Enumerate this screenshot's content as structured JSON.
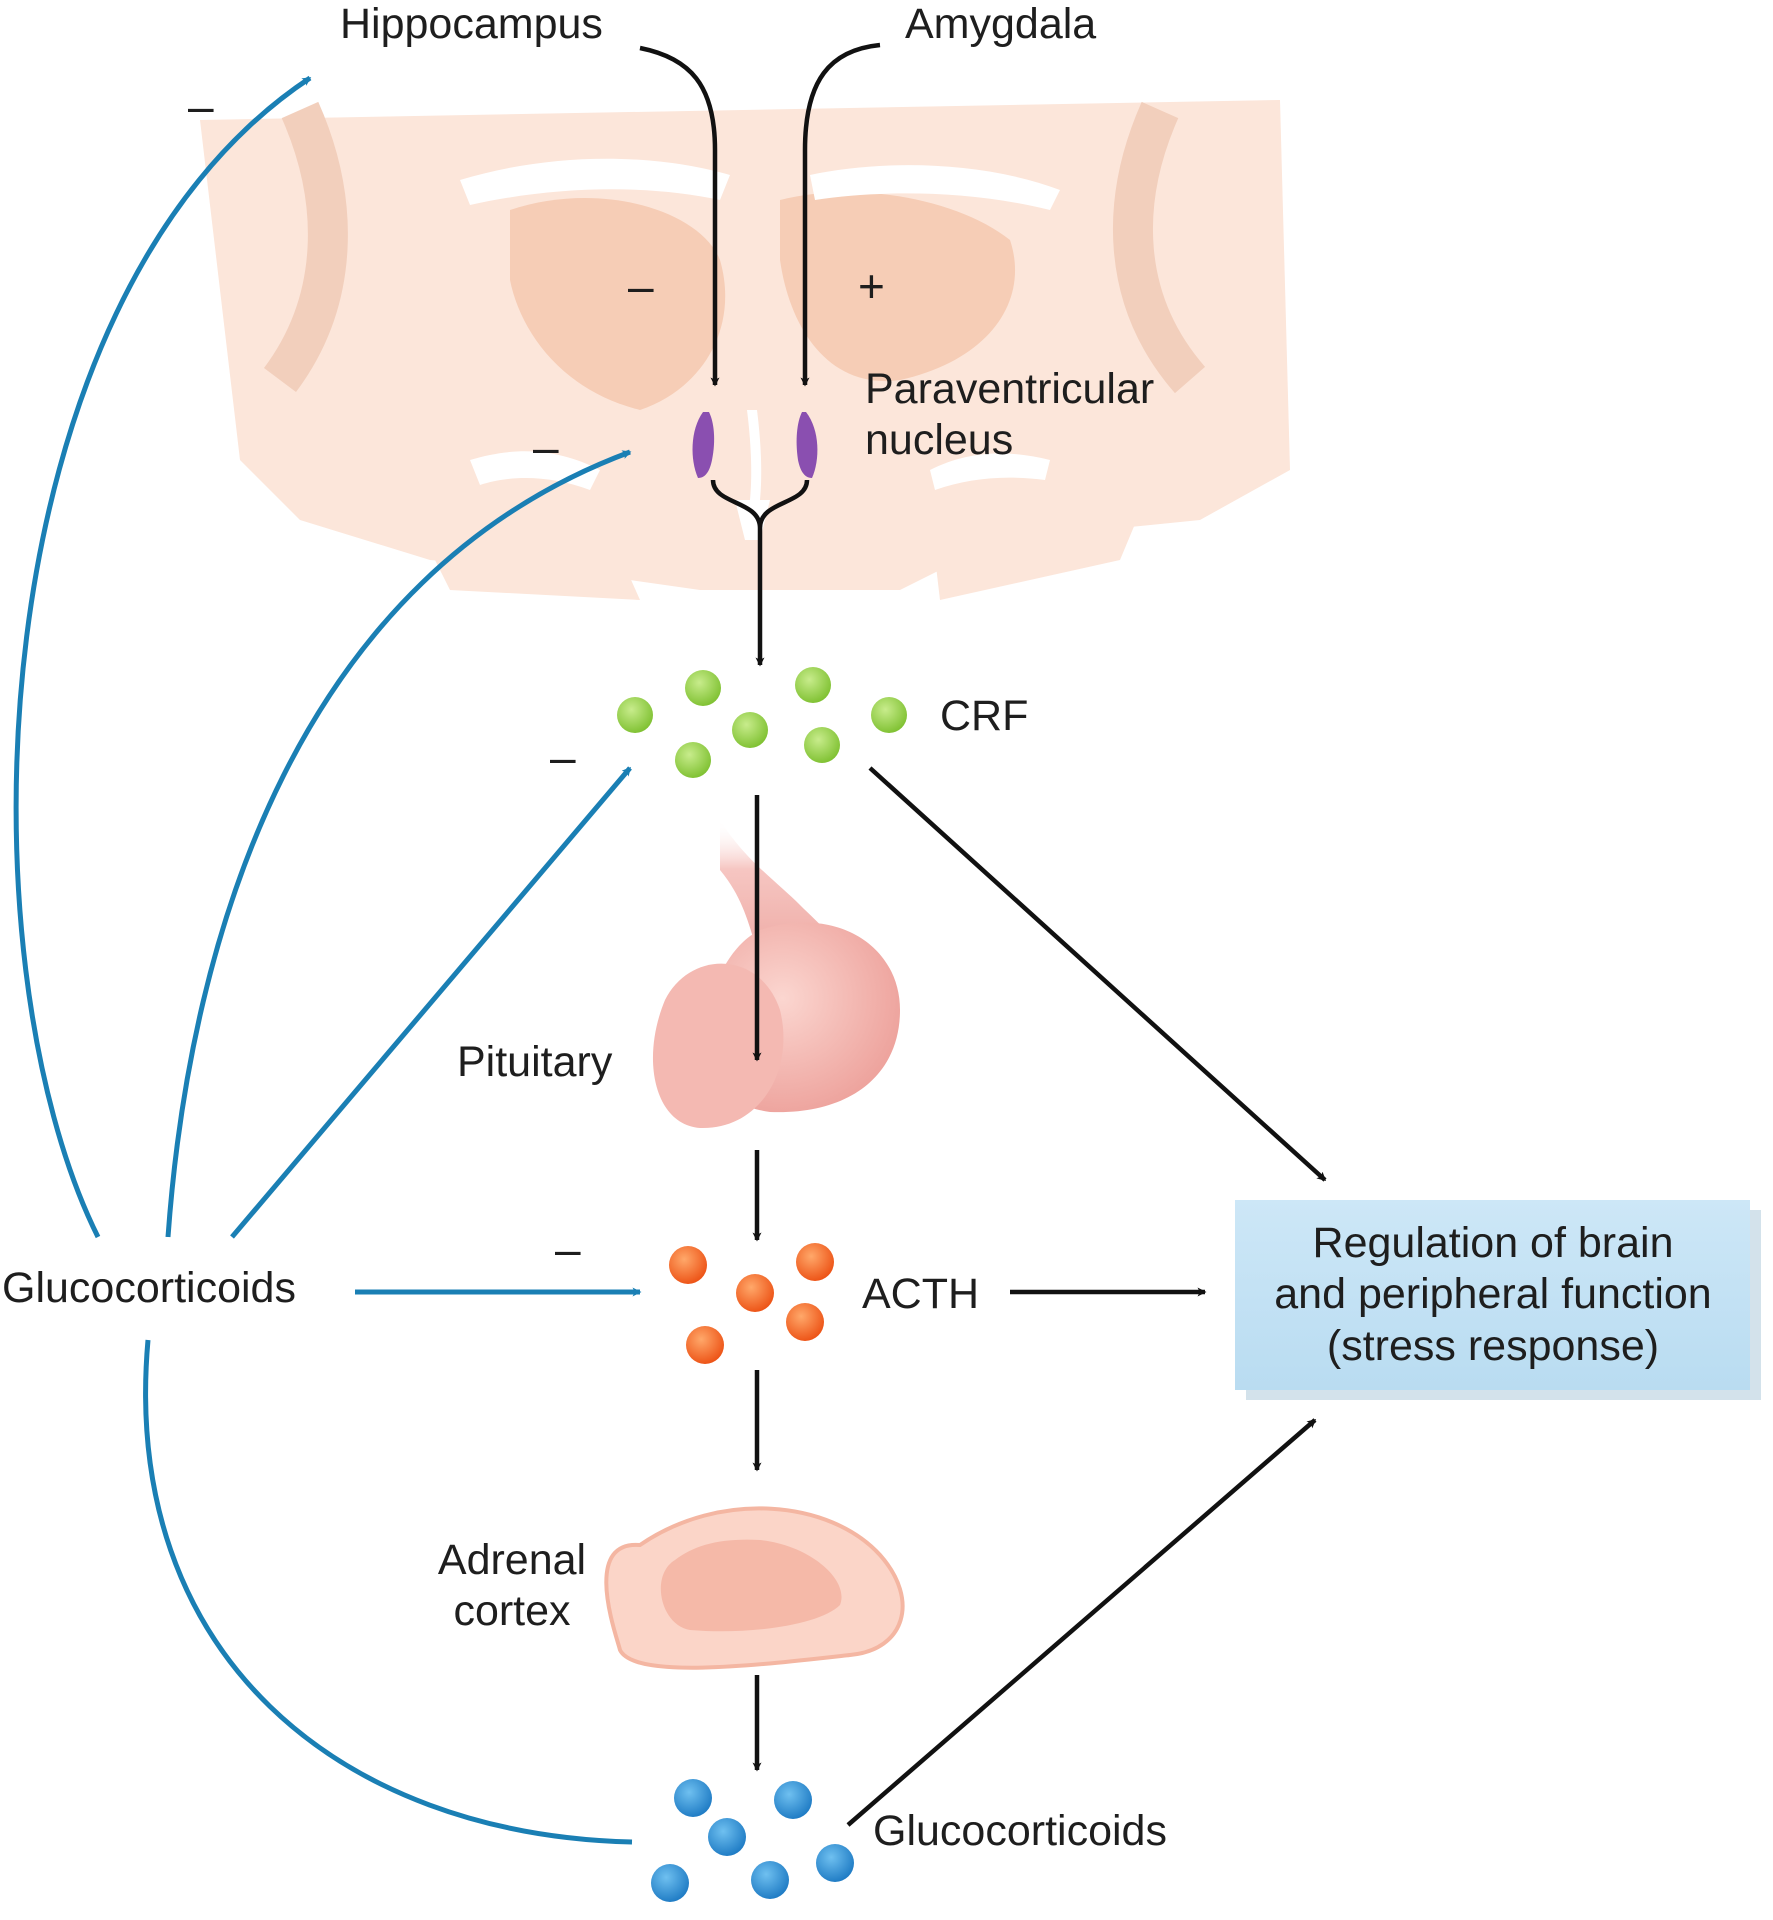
{
  "labels": {
    "hippocampus": "Hippocampus",
    "amygdala": "Amygdala",
    "paraventricular_line1": "Paraventricular",
    "paraventricular_line2": "nucleus",
    "crf": "CRF",
    "pituitary": "Pituitary",
    "acth": "ACTH",
    "adrenal_line1": "Adrenal",
    "adrenal_line2": "cortex",
    "glucocorticoids_left": "Glucocorticoids",
    "glucocorticoids_bottom": "Glucocorticoids"
  },
  "signs": {
    "hippocampus_feedback": "–",
    "hippocampus_input": "–",
    "amygdala_input": "+",
    "pvn_feedback": "–",
    "crf_feedback": "–",
    "acth_feedback": "–"
  },
  "result_box": {
    "line1": "Regulation of brain",
    "line2": "and peripheral function",
    "line3": "(stress response)"
  },
  "colors": {
    "brain": "#fbe3d6",
    "pvn": "#8a4fb0",
    "crf": "#8cc63f",
    "acth": "#f26522",
    "glucocorticoid": "#2a8fd1",
    "feedback_arrow": "#1a7fb4",
    "result_box": "#cfe8f6"
  }
}
